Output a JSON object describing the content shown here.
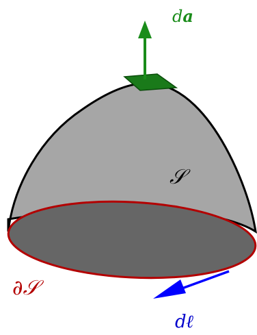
{
  "labels": {
    "surface": "𝒮",
    "boundary": "∂𝒮",
    "area_element_prefix": "d",
    "area_element_symbol": "a",
    "line_element_prefix": "d",
    "line_element_symbol": "ℓ"
  },
  "colors": {
    "surface_fill": "#a6a6a6",
    "base_fill": "#666666",
    "surface_outline": "#000000",
    "boundary_curve": "#b30000",
    "area_vector": "#1a8c1a",
    "area_patch": "#1a7a1a",
    "line_vector": "#0000ff",
    "label_text": "#000000"
  }
}
